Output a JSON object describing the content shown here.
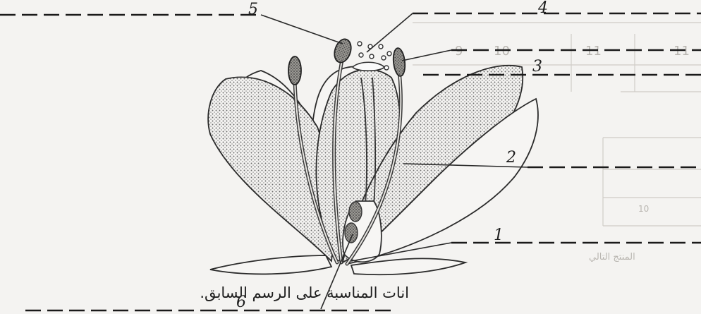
{
  "labels": {
    "l1": "1",
    "l2": "2",
    "l3": "3",
    "l4": "4",
    "l5": "5",
    "l6": "6"
  },
  "caption": "انات المناسبة على الرسم السابق.",
  "bleed_through": {
    "cell_11a": "11",
    "cell_11b": "11",
    "cell_10": "10",
    "cell_9": "9",
    "row_text": "المنتج التالي",
    "cell_mid": "10"
  }
}
